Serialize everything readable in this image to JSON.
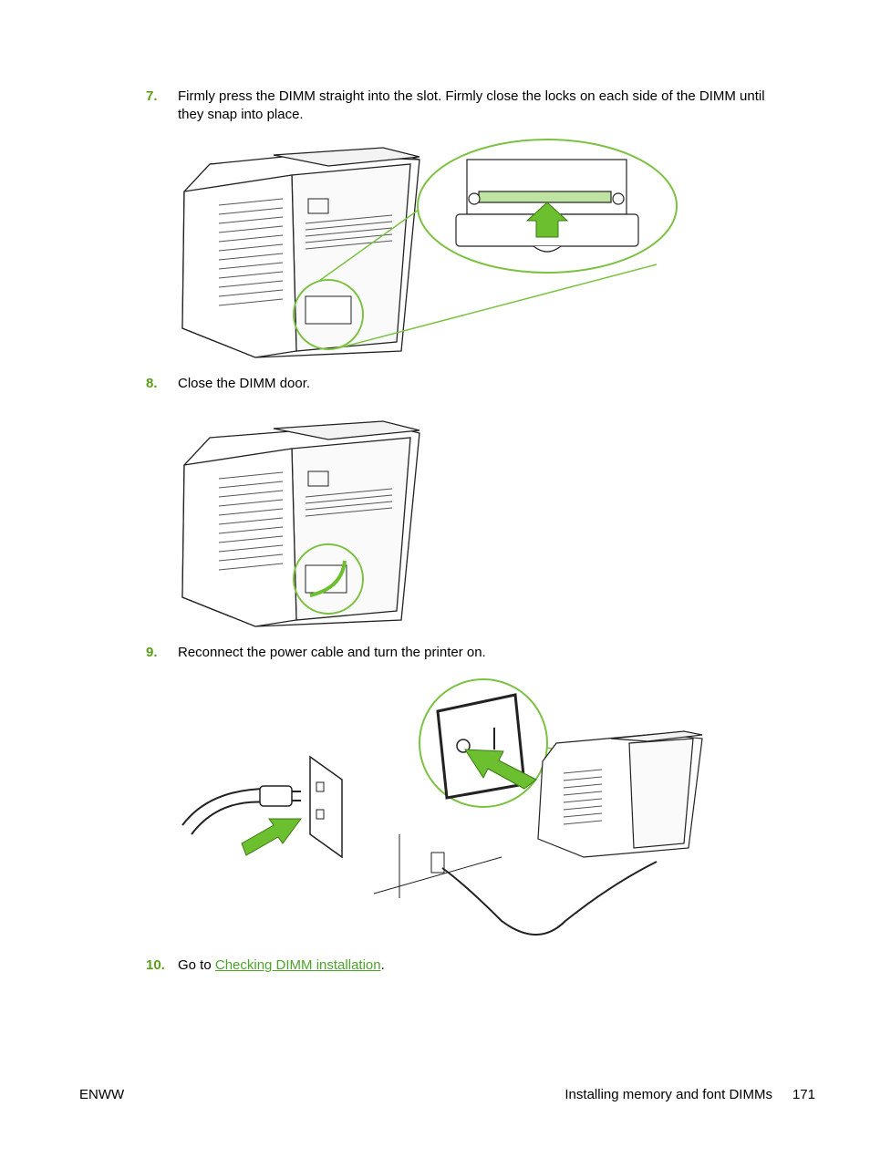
{
  "steps": [
    {
      "number": "7.",
      "text": "Firmly press the DIMM straight into the slot. Firmly close the locks on each side of the DIMM until they snap into place."
    },
    {
      "number": "8.",
      "text": "Close the DIMM door."
    },
    {
      "number": "9.",
      "text": "Reconnect the power cable and turn the printer on."
    },
    {
      "number": "10.",
      "text_before": "Go to ",
      "link": "Checking DIMM installation",
      "text_after": "."
    }
  ],
  "footer": {
    "left": "ENWW",
    "section": "Installing memory and font DIMMs",
    "page": "171"
  },
  "colors": {
    "accent_green": "#5a9e1a",
    "callout_green": "#7cc242",
    "link_green": "#4ea32a"
  }
}
